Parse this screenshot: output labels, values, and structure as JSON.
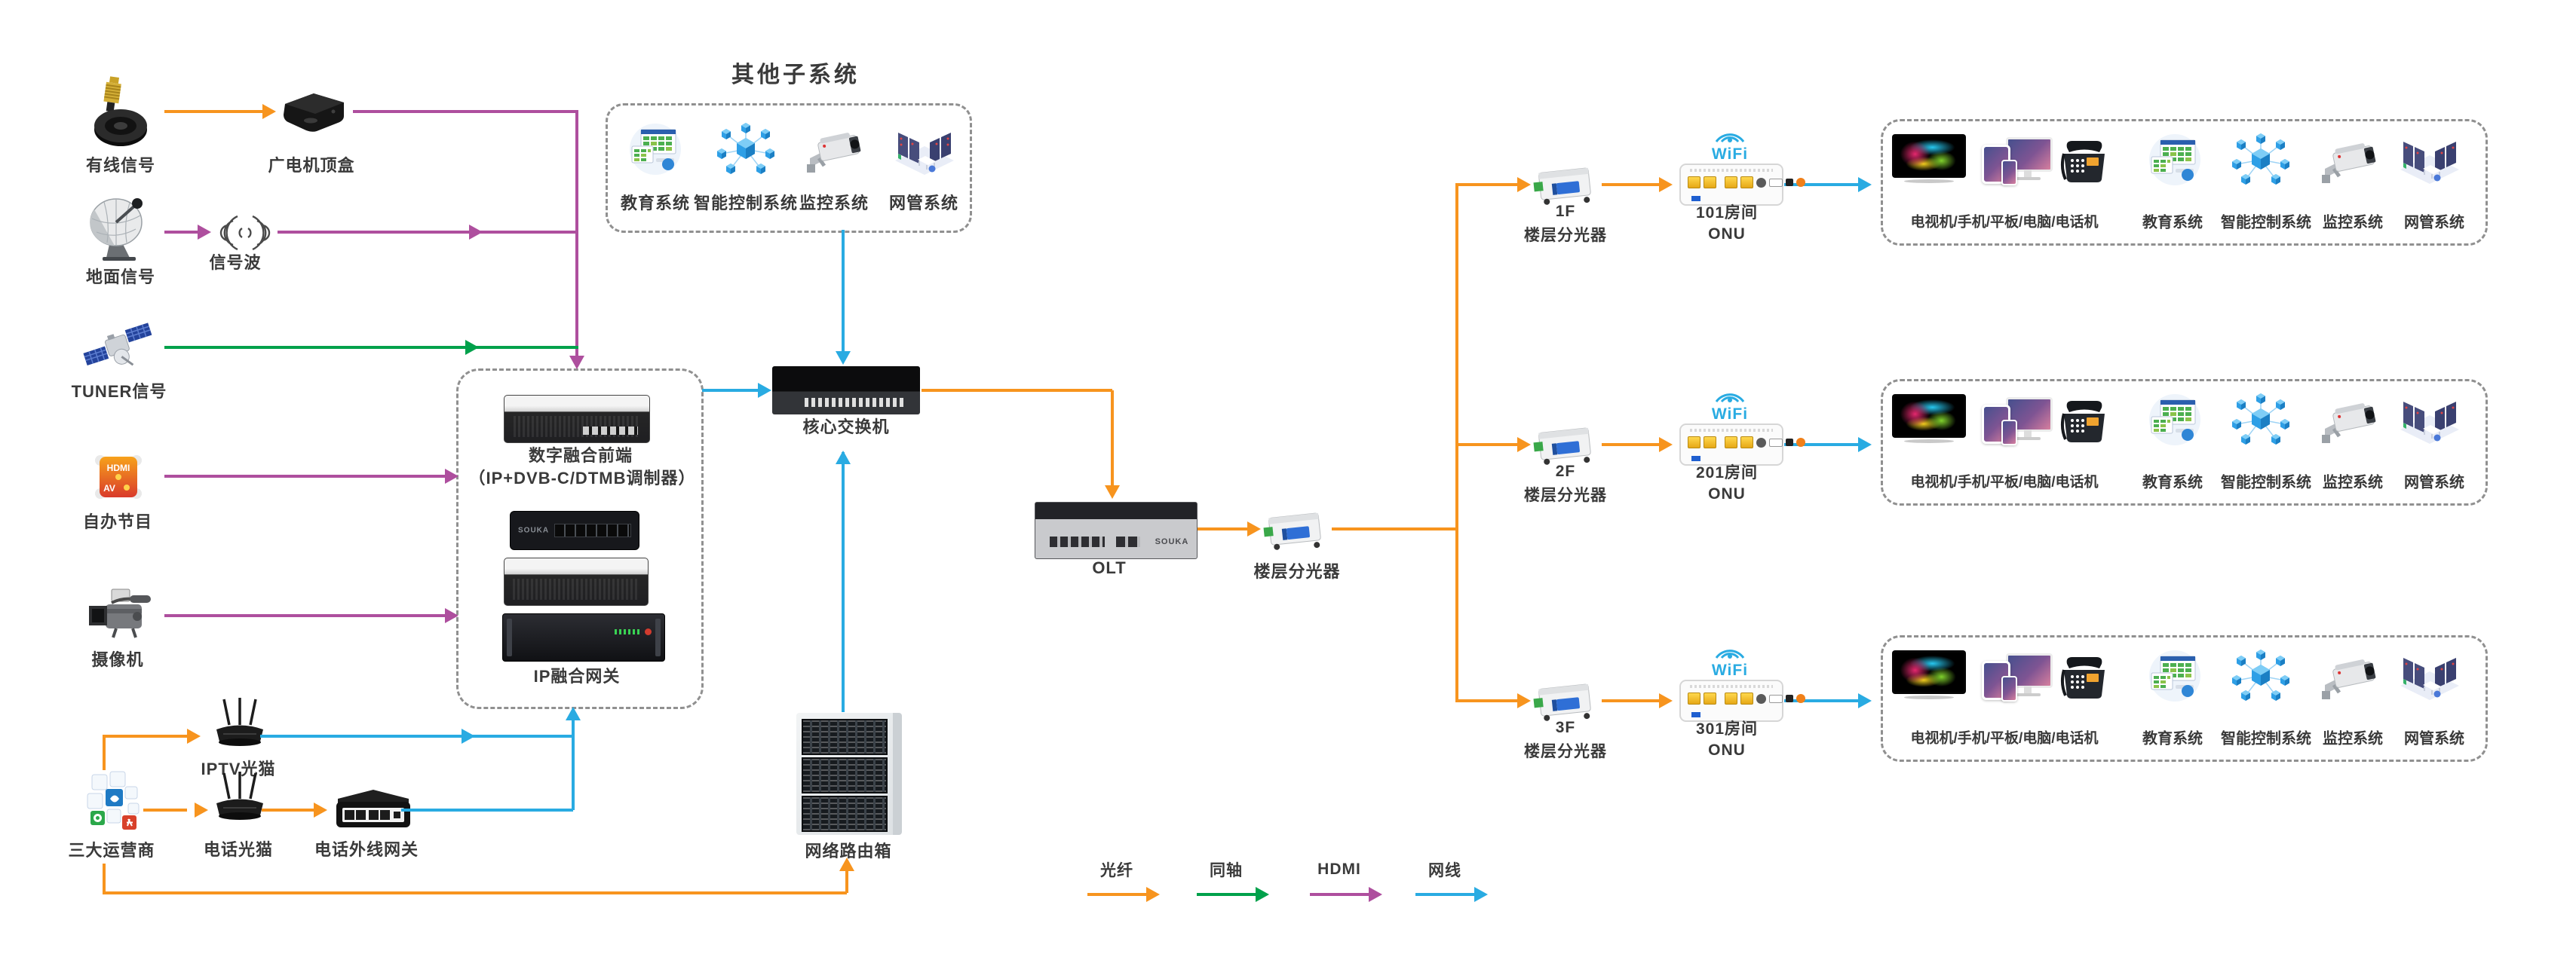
{
  "sources": {
    "cable_signal": "有线信号",
    "stb": "广电机顶盒",
    "terrestrial": "地面信号",
    "signal_wave": "信号波",
    "tuner": "TUNER信号",
    "self_program": "自办节目",
    "camera": "摄像机"
  },
  "badges": {
    "hdmi": "HDMI",
    "av": "AV"
  },
  "isp": {
    "carriers": "三大运营商",
    "iptv_modem": "IPTV光猫",
    "phone_modem": "电话光猫",
    "phone_gateway": "电话外线网关"
  },
  "headend": {
    "frontend_title": "数字融合前端",
    "frontend_subtitle": "（IP+DVB-C/DTMB调制器）",
    "ip_gateway": "IP融合网关"
  },
  "subsystems": {
    "title": "其他子系统",
    "items": [
      {
        "label": "教育系统"
      },
      {
        "label": "智能控制系统"
      },
      {
        "label": "监控系统"
      },
      {
        "label": "网管系统"
      }
    ]
  },
  "core": {
    "switch": "核心交换机",
    "olt": "OLT",
    "splitter": "楼层分光器",
    "routing_box": "网络路由箱"
  },
  "brand": "SOUKA",
  "wifi_label": "WiFi",
  "floors": [
    {
      "floor": "1F",
      "splitter": "楼层分光器",
      "room": "101房间",
      "onu": "ONU"
    },
    {
      "floor": "2F",
      "splitter": "楼层分光器",
      "room": "201房间",
      "onu": "ONU"
    },
    {
      "floor": "3F",
      "splitter": "楼层分光器",
      "room": "301房间",
      "onu": "ONU"
    }
  ],
  "terminals": {
    "devices": "电视机/手机/平板/电脑/电话机",
    "education": "教育系统",
    "smart_control": "智能控制系统",
    "monitoring": "监控系统",
    "network_mgmt": "网管系统"
  },
  "legend": [
    {
      "label": "光纤",
      "color": "#F7941E"
    },
    {
      "label": "同轴",
      "color": "#00A14B"
    },
    {
      "label": "HDMI",
      "color": "#AE4F9E"
    },
    {
      "label": "网线",
      "color": "#29ABE2"
    }
  ],
  "colors": {
    "fiber": "#F7941E",
    "coax": "#00A14B",
    "hdmi": "#AE4F9E",
    "ethernet": "#29ABE2",
    "text": "#3A3A3A"
  }
}
